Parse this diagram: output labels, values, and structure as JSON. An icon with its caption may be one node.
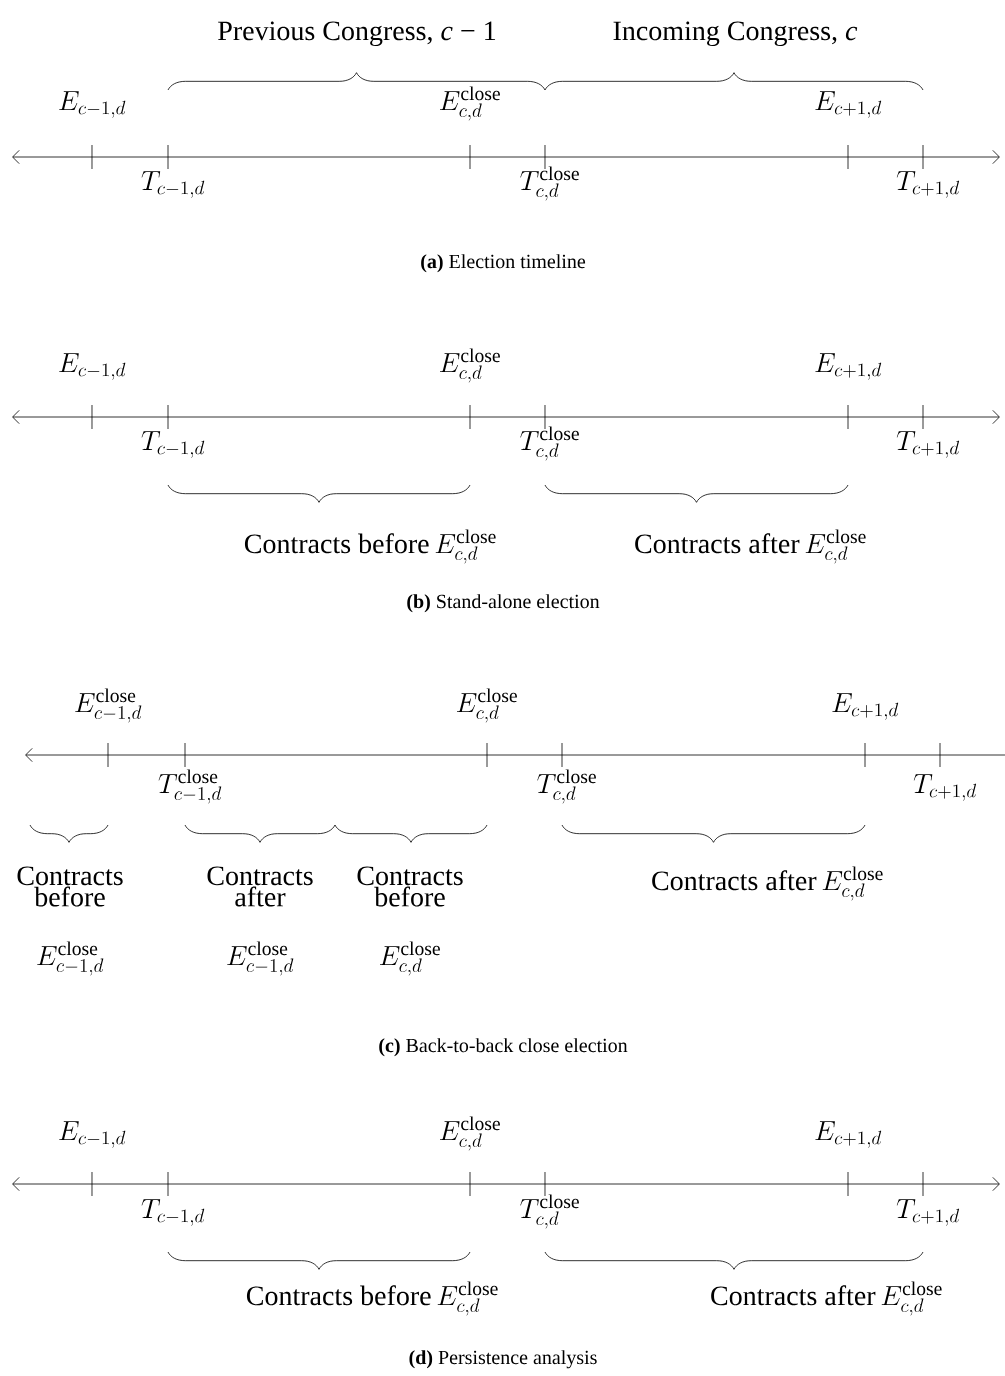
{
  "diagram": {
    "labels": [
      "Previous Congress, *c* − 1",
      "Incoming Congress, *c*",
      "E_{c-1,d}",
      "E^{\\mathrm{close}}_{c,d}",
      "E_{c+1,d}",
      "T_{c-1,d}",
      "T^{\\mathrm{close}}_{c,d}",
      "T_{c+1,d}",
      "**(a)** Election timeline",
      "E_{c-1,d}",
      "E^{\\mathrm{close}}_{c,d}",
      "E_{c+1,d}",
      "T_{c-1,d}",
      "T^{\\mathrm{close}}_{c,d}",
      "T_{c+1,d}",
      "Contracts before",
      "E^{\\mathrm{close}}_{c,d}",
      "Contracts after",
      "E^{\\mathrm{close}}_{c,d}",
      "**(b)** Stand-alone election",
      "E^{\\mathrm{close}}_{c-1,d}",
      "E^{\\mathrm{close}}_{c,d}",
      "E_{c+1,d}",
      "T^{\\mathrm{close}}_{c-1,d}",
      "T^{\\mathrm{close}}_{c,d}",
      "T_{c+1,d}",
      "Contracts before",
      "E^{\\mathrm{close}}_{c-1,d}",
      "Contracts after",
      "E^{\\mathrm{close}}_{c-1,d}",
      "Contracts before",
      "E^{\\mathrm{close}}_{c,d}",
      "Contracts after",
      "E^{\\mathrm{close}}_{c,d}",
      "**(c)** Back-to-back close election",
      "E_{c-1,d}",
      "E^{\\mathrm{close}}_{c,d}",
      "E_{c+1,d}",
      "T_{c-1,d}",
      "T^{\\mathrm{close}}_{c,d}",
      "T_{c+1,d}",
      "Contracts before",
      "E^{\\mathrm{close}}_{c,d}",
      "Contracts after",
      "E^{\\mathrm{close}}_{c,d}",
      "**(d)** Persistence analysis"
    ]
  }
}
